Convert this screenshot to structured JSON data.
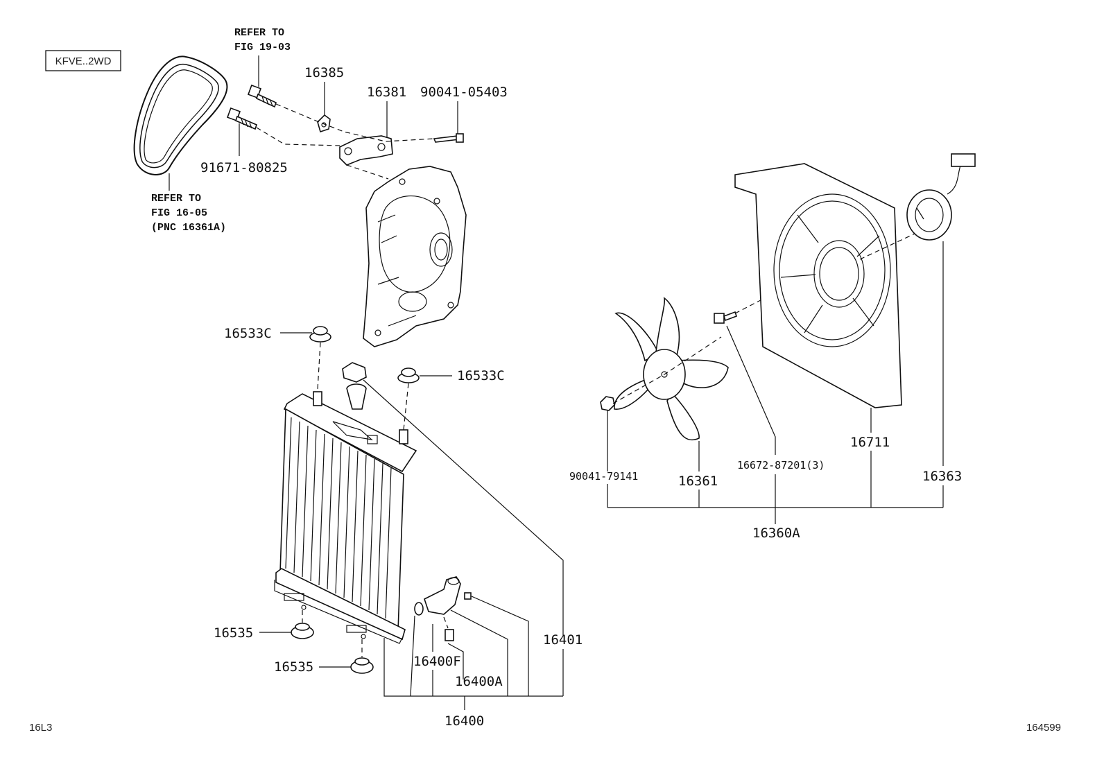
{
  "variant_box": "KFVE..2WD",
  "refer_notes": {
    "top": [
      "REFER TO",
      "FIG 19-03"
    ],
    "belt": [
      "REFER TO",
      "FIG 16-05",
      "(PNC 16361A)"
    ]
  },
  "part_labels": {
    "p16385": "16385",
    "p16381": "16381",
    "p90041_05403": "90041-05403",
    "p91671_80825": "91671-80825",
    "p16533c_left": "16533C",
    "p16533c_right": "16533C",
    "p16535_upper": "16535",
    "p16535_lower": "16535",
    "p16400f": "16400F",
    "p16400a": "16400A",
    "p16401": "16401",
    "p16400": "16400",
    "p90041_79141": "90041-79141",
    "p16361": "16361",
    "p16672_87201": "16672-87201(3)",
    "p16711": "16711",
    "p16363": "16363",
    "p16360a": "16360A"
  },
  "footer": {
    "left_code": "16L3",
    "right_code": "164599"
  }
}
